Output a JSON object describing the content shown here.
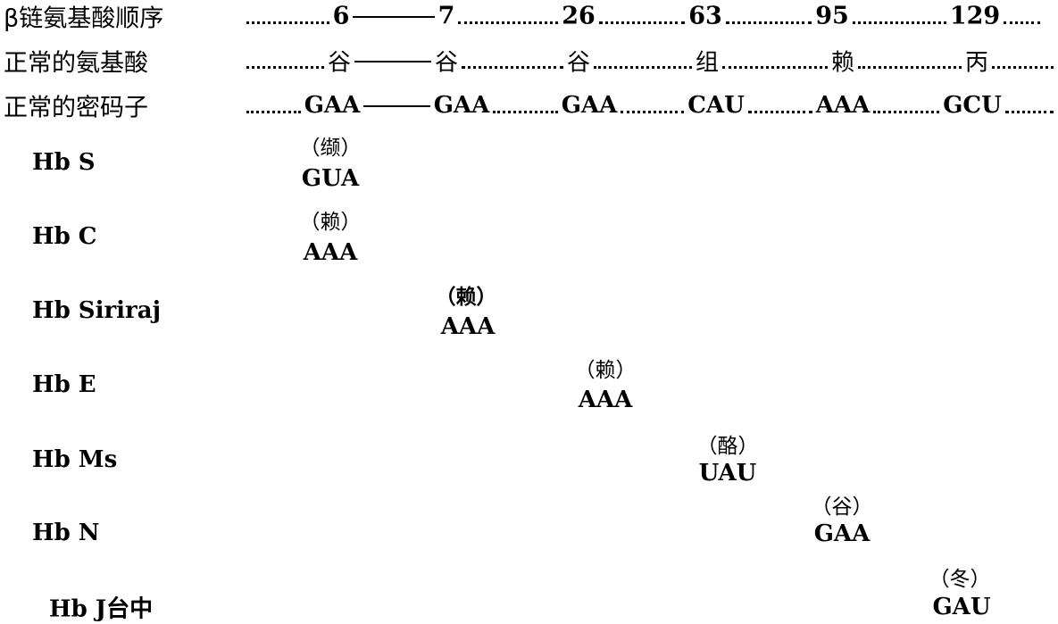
{
  "header": {
    "row_labels": [
      "β链氨基酸顺序",
      "正常的氨基酸",
      "正常的密码子"
    ],
    "positions": [
      "6",
      "7",
      "26",
      "63",
      "95",
      "129"
    ],
    "amino_acids": [
      "谷",
      "谷",
      "谷",
      "组",
      "赖",
      "丙"
    ],
    "codons": [
      "GAA",
      "GAA",
      "GAA",
      "CAU",
      "AAA",
      "GCU"
    ]
  },
  "mutants": [
    {
      "name": "Hb S",
      "amino_acid": "（缬）",
      "codon": "GUA"
    },
    {
      "name": "Hb C",
      "amino_acid": "（赖）",
      "codon": "AAA"
    },
    {
      "name": "Hb Siriraj",
      "amino_acid": "（赖）",
      "codon": "AAA"
    },
    {
      "name": "Hb E",
      "amino_acid": "（赖）",
      "codon": "AAA"
    },
    {
      "name": "Hb Ms",
      "amino_acid": "（酪）",
      "codon": "UAU"
    },
    {
      "name": "Hb N",
      "amino_acid": "（谷）",
      "codon": "GAA"
    },
    {
      "name": "Hb J台中",
      "amino_acid": "（冬）",
      "codon": "GAU"
    }
  ]
}
